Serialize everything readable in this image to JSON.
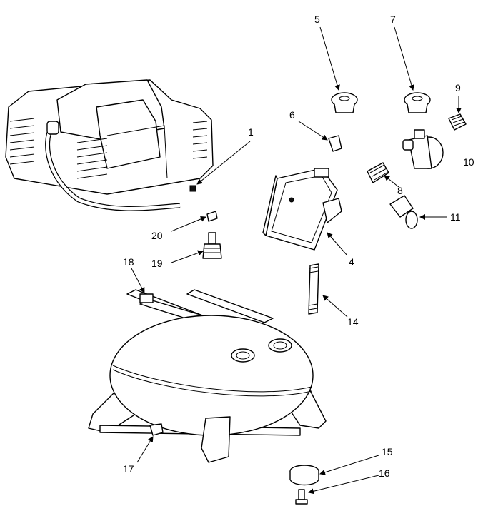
{
  "callouts": [
    {
      "id": "1",
      "text": "1"
    },
    {
      "id": "4",
      "text": "4"
    },
    {
      "id": "5",
      "text": "5"
    },
    {
      "id": "6",
      "text": "6"
    },
    {
      "id": "7",
      "text": "7"
    },
    {
      "id": "8",
      "text": "8"
    },
    {
      "id": "9",
      "text": "9"
    },
    {
      "id": "10",
      "text": "10"
    },
    {
      "id": "11",
      "text": "11"
    },
    {
      "id": "14",
      "text": "14"
    },
    {
      "id": "15",
      "text": "15"
    },
    {
      "id": "16",
      "text": "16"
    },
    {
      "id": "17",
      "text": "17"
    },
    {
      "id": "18",
      "text": "18"
    },
    {
      "id": "19",
      "text": "19"
    },
    {
      "id": "20",
      "text": "20"
    }
  ],
  "colors": {
    "ink": "#000000",
    "paper": "#ffffff"
  }
}
